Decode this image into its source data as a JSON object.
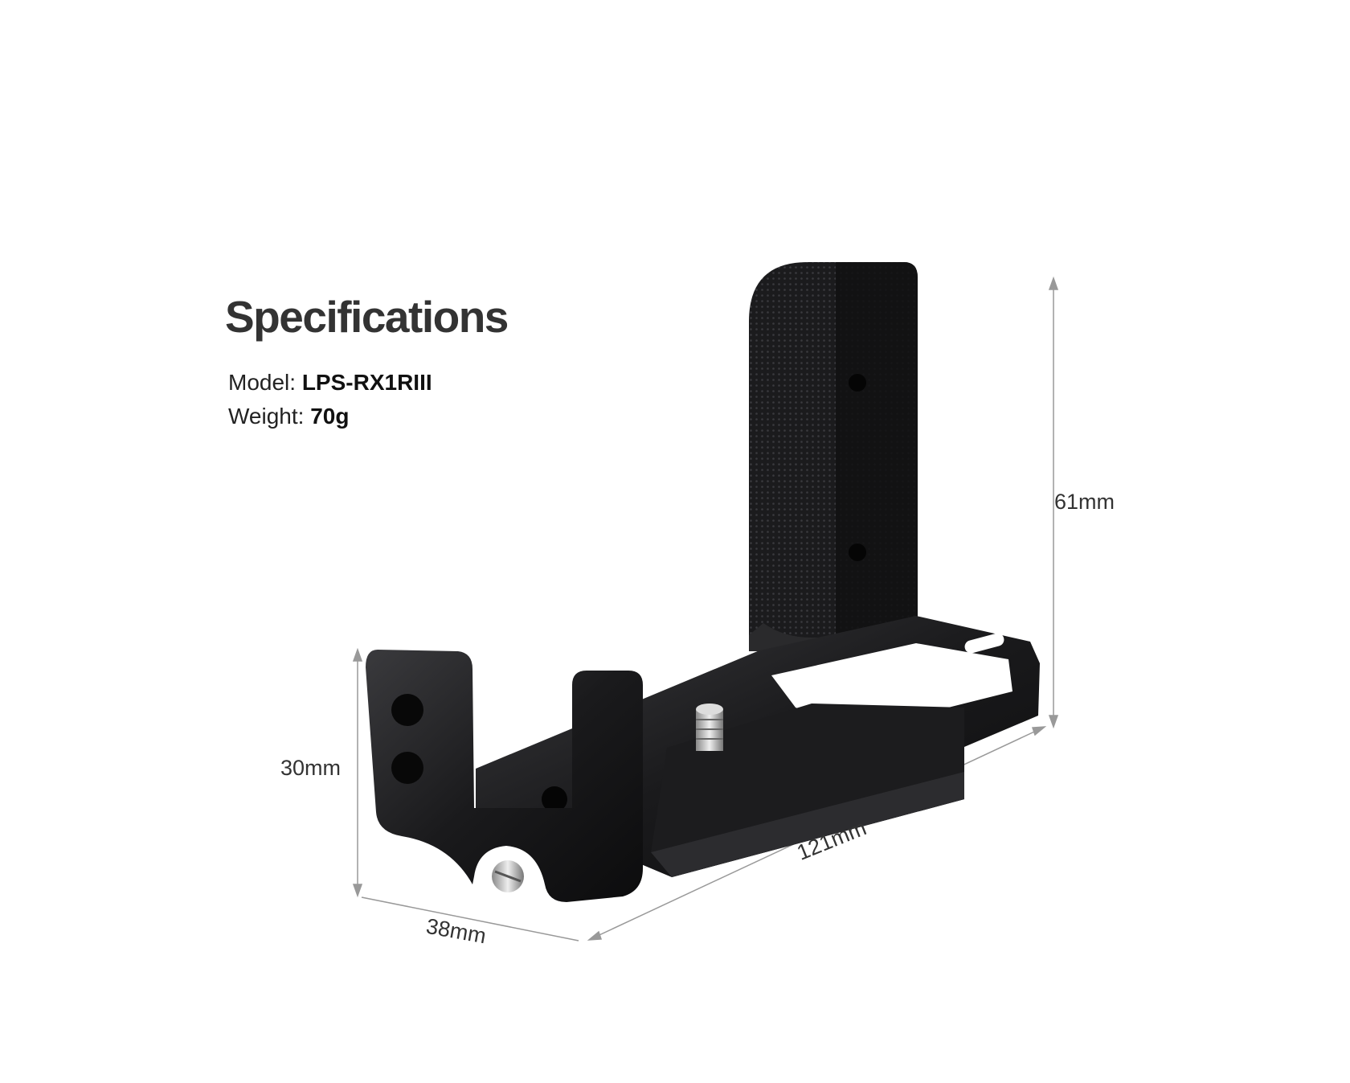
{
  "heading": "Specifications",
  "specs": [
    {
      "label": "Model:",
      "value": "LPS-RX1RIII"
    },
    {
      "label": "Weight:",
      "value": "70g"
    }
  ],
  "dimensions": {
    "height": "61mm",
    "clamp_height": "30mm",
    "length": "121mm",
    "width": "38mm"
  }
}
